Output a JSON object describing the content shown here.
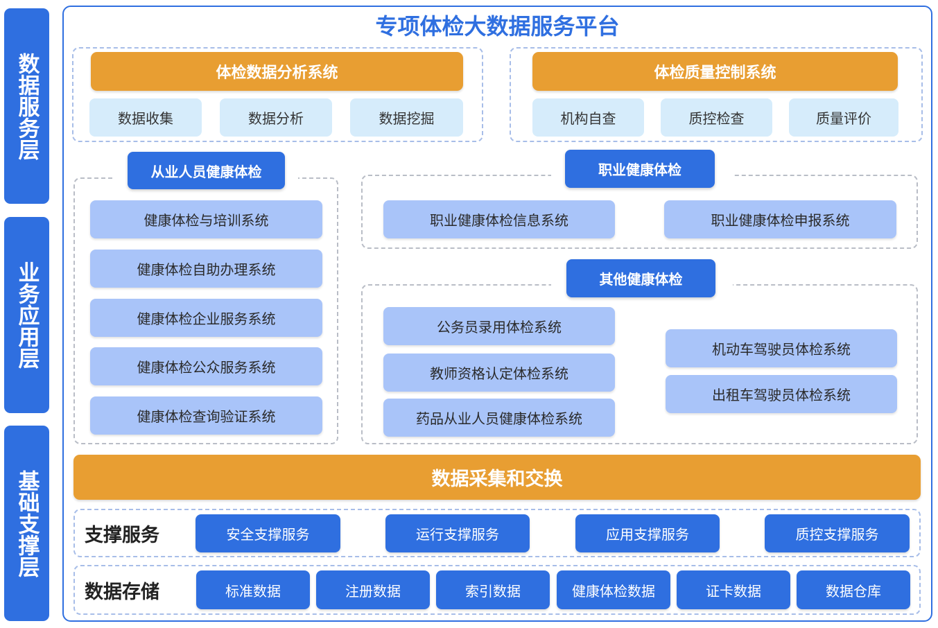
{
  "layers": {
    "data_service": "数据服务层",
    "business": "业务应用层",
    "foundation": "基础支撑层"
  },
  "platform_title": "专项体检大数据服务平台",
  "analysis_system": {
    "title": "体检数据分析系统",
    "items": [
      "数据收集",
      "数据分析",
      "数据挖掘"
    ]
  },
  "quality_system": {
    "title": "体检质量控制系统",
    "items": [
      "机构自查",
      "质控检查",
      "质量评价"
    ]
  },
  "practitioner": {
    "title": "从业人员健康体检",
    "items": [
      "健康体检与培训系统",
      "健康体检自助办理系统",
      "健康体检企业服务系统",
      "健康体检公众服务系统",
      "健康体检查询验证系统"
    ]
  },
  "occupational": {
    "title": "职业健康体检",
    "items": [
      "职业健康体检信息系统",
      "职业健康体检申报系统"
    ]
  },
  "other": {
    "title": "其他健康体检",
    "left_items": [
      "公务员录用体检系统",
      "教师资格认定体检系统",
      "药品从业人员健康体检系统"
    ],
    "right_items": [
      "机动车驾驶员体检系统",
      "出租车驾驶员体检系统"
    ]
  },
  "exchange": "数据采集和交换",
  "support": {
    "label": "支撑服务",
    "items": [
      "安全支撑服务",
      "运行支撑服务",
      "应用支撑服务",
      "质控支撑服务"
    ]
  },
  "storage": {
    "label": "数据存储",
    "items": [
      "标准数据",
      "注册数据",
      "索引数据",
      "健康体检数据",
      "证卡数据",
      "数据仓库"
    ]
  },
  "colors": {
    "primary_blue": "#2f6fe0",
    "orange": "#e89e32",
    "light_blue": "#d6ecfb",
    "mid_blue": "#a9c4f9"
  }
}
